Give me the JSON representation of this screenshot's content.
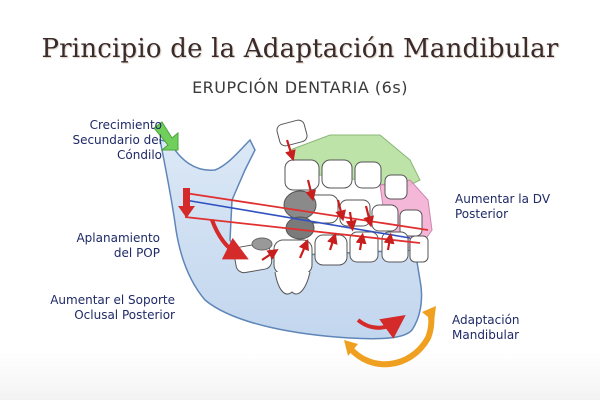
{
  "title": "Principio de la Adaptación Mandibular",
  "subtitle": "ERUPCIÓN DENTARIA (6s)",
  "labels": {
    "crecimiento": [
      "Crecimiento",
      "Secundario del",
      "Cóndilo"
    ],
    "aplanamiento": [
      "Aplanamiento",
      "del POP"
    ],
    "soporte": [
      "Aumentar el Soporte",
      "Oclusal Posterior"
    ],
    "dv": [
      "Aumentar la DV",
      "Posterior"
    ],
    "adaptacion": [
      "Adaptación",
      "Mandibular"
    ]
  },
  "colors": {
    "jaw_fill": "#cfe0f2",
    "jaw_stroke": "#5f86b8",
    "arrow_red": "#d42a2a",
    "arrow_green": "#6fcf5a",
    "arrow_orange": "#f0a020",
    "line_red": "#e03030",
    "line_blue": "#3050c0",
    "gum_green": "#b8e0a0",
    "gum_pink": "#f4b0d4",
    "tooth_gray": "#8a8a8a"
  }
}
